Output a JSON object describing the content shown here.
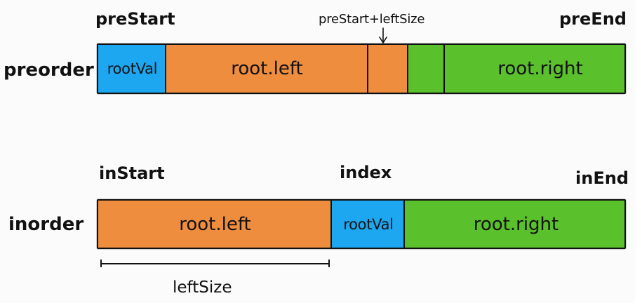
{
  "top_labels": {
    "pre_start": "preStart",
    "pre_start_plus_left_size": "preStart+leftSize",
    "pre_end": "preEnd"
  },
  "bottom_labels": {
    "in_start": "inStart",
    "index": "index",
    "in_end": "inEnd"
  },
  "rows": {
    "preorder": {
      "label": "preorder",
      "segments": {
        "root_val": "rootVal",
        "root_left": "root.left",
        "root_right": "root.right"
      }
    },
    "inorder": {
      "label": "inorder",
      "segments": {
        "root_left": "root.left",
        "root_val": "rootVal",
        "root_right": "root.right"
      }
    }
  },
  "measure": {
    "label": "leftSize"
  },
  "colors": {
    "root_val": "#1ca7f0",
    "root_left": "#ef8d3e",
    "root_right": "#5ac02b",
    "outline": "#111111",
    "background": "#fbfbfb"
  }
}
